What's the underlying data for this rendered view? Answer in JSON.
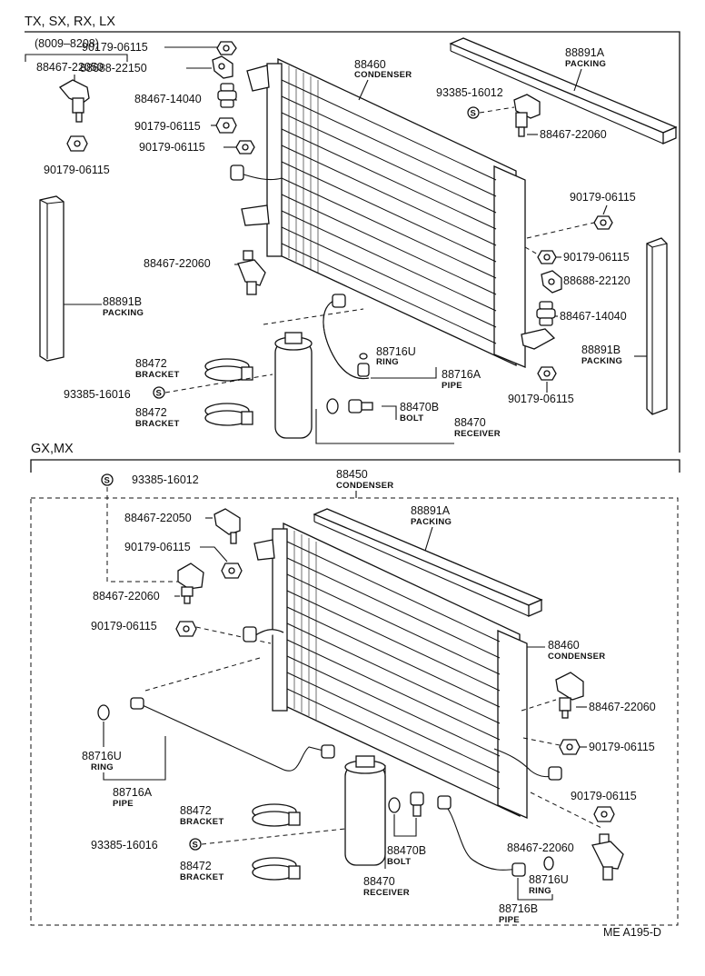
{
  "top_section": {
    "header": "TX, SX, RX, LX",
    "date_range": "(8009–8208)",
    "labels": {
      "p_90179_a": "90179-06115",
      "p_88688_22150": "88688-22150",
      "p_88467_22050": "88467-22050",
      "p_88467_14040": "88467-14040",
      "p_90179_b": "90179-06115",
      "p_90179_c": "90179-06115",
      "p_90179_d": "90179-06115",
      "p_88460": "88460",
      "p_88460_sub": "CONDENSER",
      "p_88891a": "88891A",
      "p_88891a_sub": "PACKING",
      "p_93385_16012": "93385-16012",
      "p_88467_22060_right": "88467-22060",
      "p_90179_right1": "90179-06115",
      "p_90179_right2": "90179-06115",
      "p_88688_22120": "88688-22120",
      "p_88467_14040_right": "88467-14040",
      "p_88891b_right": "88891B",
      "p_88891b_right_sub": "PACKING",
      "p_90179_right3": "90179-06115",
      "p_88467_22060_left": "88467-22060",
      "p_88891b_left": "88891B",
      "p_88891b_left_sub": "PACKING",
      "p_88472_a": "88472",
      "p_88472_a_sub": "BRACKET",
      "p_93385_16016": "93385-16016",
      "p_88472_b": "88472",
      "p_88472_b_sub": "BRACKET",
      "p_88716u": "88716U",
      "p_88716u_sub": "RING",
      "p_88716a": "88716A",
      "p_88716a_sub": "PIPE",
      "p_88470b": "88470B",
      "p_88470b_sub": "BOLT",
      "p_88470": "88470",
      "p_88470_sub": "RECEIVER"
    }
  },
  "bottom_section": {
    "header": "GX,MX",
    "labels": {
      "p_93385_16012": "93385-16012",
      "p_88450": "88450",
      "p_88450_sub": "CONDENSER",
      "p_88467_22050": "88467-22050",
      "p_88891a": "88891A",
      "p_88891a_sub": "PACKING",
      "p_90179_a": "90179-06115",
      "p_88467_22060_left": "88467-22060",
      "p_90179_b": "90179-06115",
      "p_88460": "88460",
      "p_88460_sub": "CONDENSER",
      "p_88467_22060_right": "88467-22060",
      "p_90179_right1": "90179-06115",
      "p_88716u_left": "88716U",
      "p_88716u_left_sub": "RING",
      "p_88716a": "88716A",
      "p_88716a_sub": "PIPE",
      "p_90179_right2": "90179-06115",
      "p_88472_a": "88472",
      "p_88472_a_sub": "BRACKET",
      "p_93385_16016": "93385-16016",
      "p_88472_b": "88472",
      "p_88472_b_sub": "BRACKET",
      "p_88470b": "88470B",
      "p_88470b_sub": "BOLT",
      "p_88470": "88470",
      "p_88470_sub": "RECEIVER",
      "p_88467_22060_br": "88467-22060",
      "p_88716u_right": "88716U",
      "p_88716u_right_sub": "RING",
      "p_88716b": "88716B",
      "p_88716b_sub": "PIPE"
    }
  },
  "screw_symbol": "S",
  "footer_code": "ME A195-D"
}
